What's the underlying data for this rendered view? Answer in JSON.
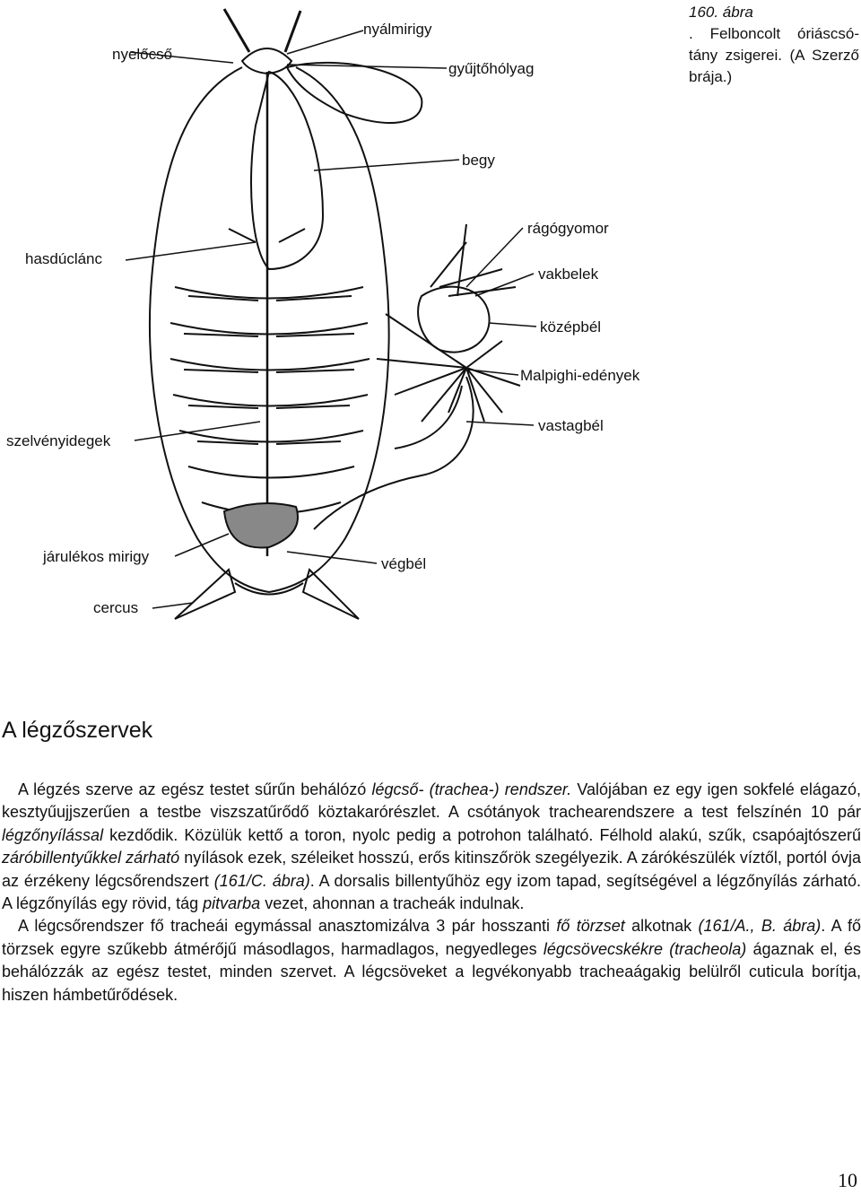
{
  "caption": {
    "figure_number": "160. ábra",
    "text": ". Felboncolt óriáscsó-tány zsigerei. (A Szerző brája.)"
  },
  "figure_labels": {
    "nyelocso": "nyelőcső",
    "nyalmirigy": "nyálmirigy",
    "gyujtoholyag": "gyűjtőhólyag",
    "begy": "begy",
    "hasduclanc": "hasdúclánc",
    "ragogyomor": "rágógyomor",
    "vakbelek": "vakbelek",
    "kozepbel": "középbél",
    "malpighi": "Malpighi-edények",
    "vastagbel": "vastagbél",
    "szelvenyidegek": "szelvényidegek",
    "jarulekos": "járulékos mirigy",
    "vegbel": "végbél",
    "cercus": "cercus"
  },
  "section_title": "A légzőszervek",
  "paragraphs": {
    "p1": {
      "s1": "A légzés szerve az egész testet sűrűn behálózó ",
      "i1": "légcső- (trachea-) rendszer.",
      "s2": " Valójában ez egy igen sokfelé elágazó, kesztyűujjszerűen a testbe viszszatűrődő köztakarórészlet. A csótányok trachearendszere a test felszínén 10 pár ",
      "i2": "légzőnyílással",
      "s3": " kezdődik. Közülük kettő a toron, nyolc pedig a potrohon található. Félhold alakú, szűk, csapóajtószerű ",
      "i3": "zárób​illentyűkkel zárható",
      "s4": " nyílások ezek, széleiket hosszú, erős kitinszőrök szegélyezik. A zárókészülék víztől, portól óvja az érzékeny légcsőrendszert ",
      "i4": "(161/C. ábra)",
      "s5": ". A dorsalis billentyűhöz egy izom tapad, segítségével a légzőnyílás zárható. A légzőnyílás egy rövid, tág ",
      "i5": "pitvarba",
      "s6": " vezet, ahonnan a tracheák indulnak."
    },
    "p2": {
      "s1": "A légcsőrendszer fő tracheái egymással anasztomizálva 3 pár hosszanti ",
      "i1": "fő törzset",
      "s2": " alkotnak ",
      "i2": "(161/A., B. ábra)",
      "s3": ". A fő törzsek egyre szűkebb átmérőjű másodlagos, harmadlagos, negyedleges ",
      "i3": "légcsövecskékre (tracheola)",
      "s4": " ágaznak el, és behálózzák az egész testet, minden szervet. A légcsöveket a legvékonyabb tracheaágakig belülről cuticula borítja, hiszen hámbetűrődések."
    }
  },
  "page_number": "10"
}
